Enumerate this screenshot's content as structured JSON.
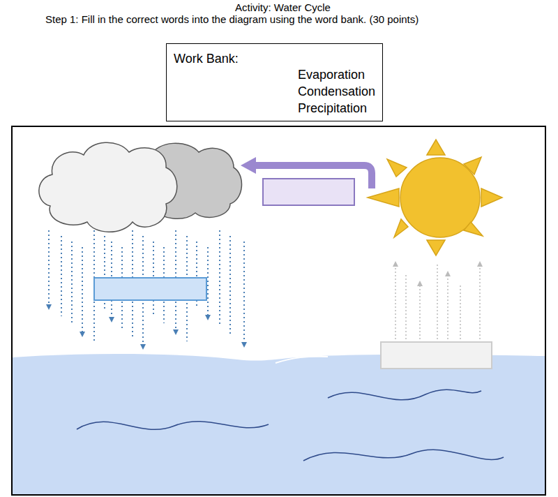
{
  "diagram": {
    "title": "Activity: Water Cycle",
    "nodes": [
      {
        "text": [
          "Work Bank:",
          "Evaporation",
          "Condensation",
          "Precipitation"
        ]
      }
    ],
    "labels": [
      "Step 1: Fill in the correct words into the diagram using the word bank. (30 points)"
    ]
  }
}
